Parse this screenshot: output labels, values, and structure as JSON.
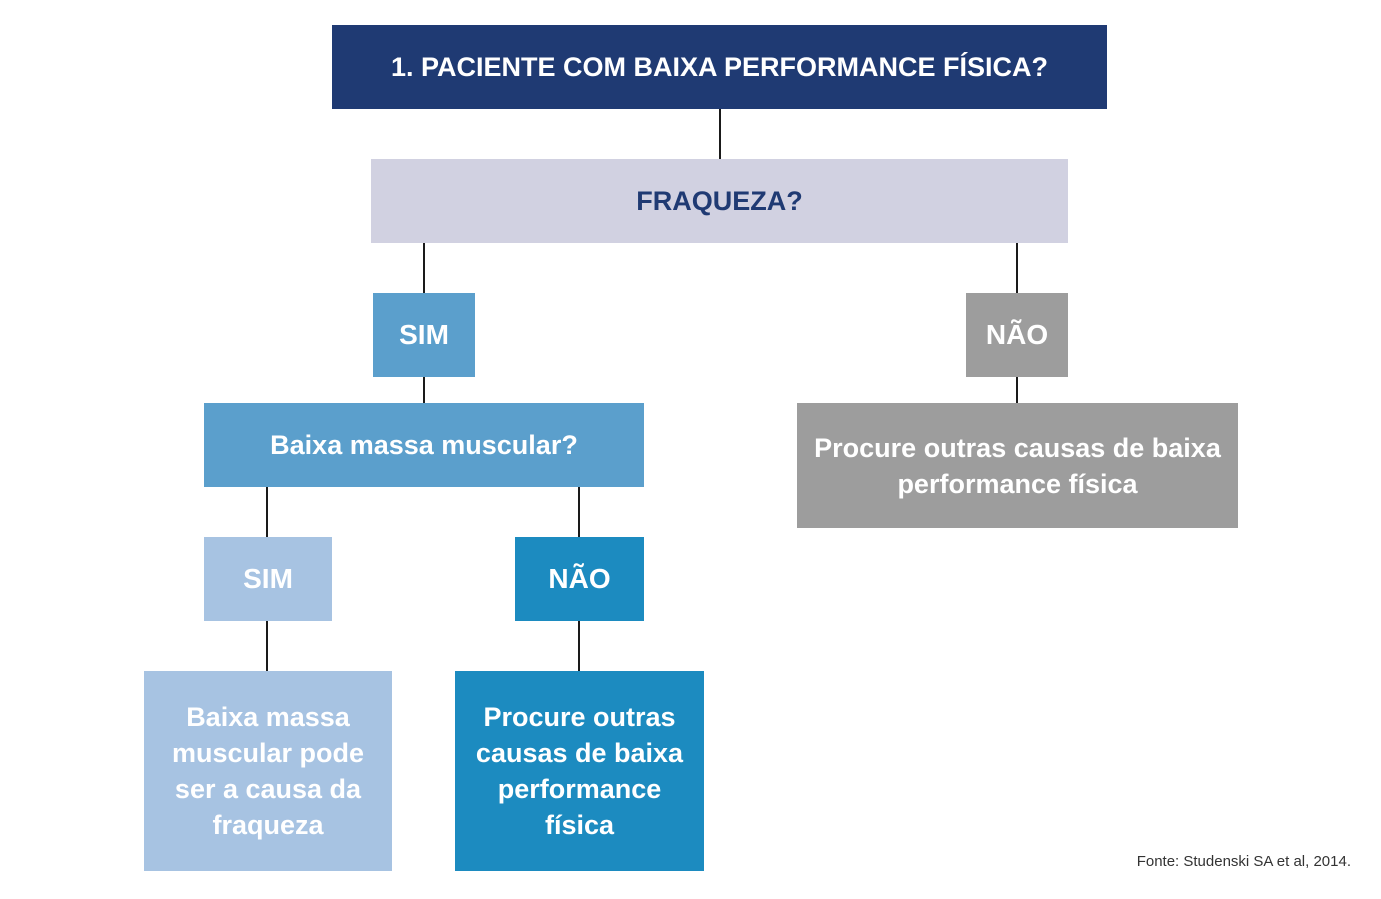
{
  "title": "1. PACIENTE COM BAIXA PERFORMANCE FÍSICA?",
  "question_weakness": "FRAQUEZA?",
  "branch_yes": "SIM",
  "branch_no": "NÃO",
  "question_muscle_mass": "Baixa massa muscular?",
  "result_no_weakness": "Procure outras causas de baixa performance física",
  "branch_yes_mass": "SIM",
  "branch_no_mass": "NÃO",
  "result_low_mass": "Baixa massa muscular pode ser a causa da fraqueza",
  "result_normal_mass": "Procure outras causas de baixa performance física",
  "source": "Fonte: Studenski SA et al, 2014.",
  "colors": {
    "dark_navy": "#1f3a73",
    "lavender": "#d1d1e1",
    "medium_blue": "#5b9fcc",
    "light_blue": "#a7c3e2",
    "strong_blue": "#1c8bc0",
    "gray": "#9d9d9d"
  }
}
